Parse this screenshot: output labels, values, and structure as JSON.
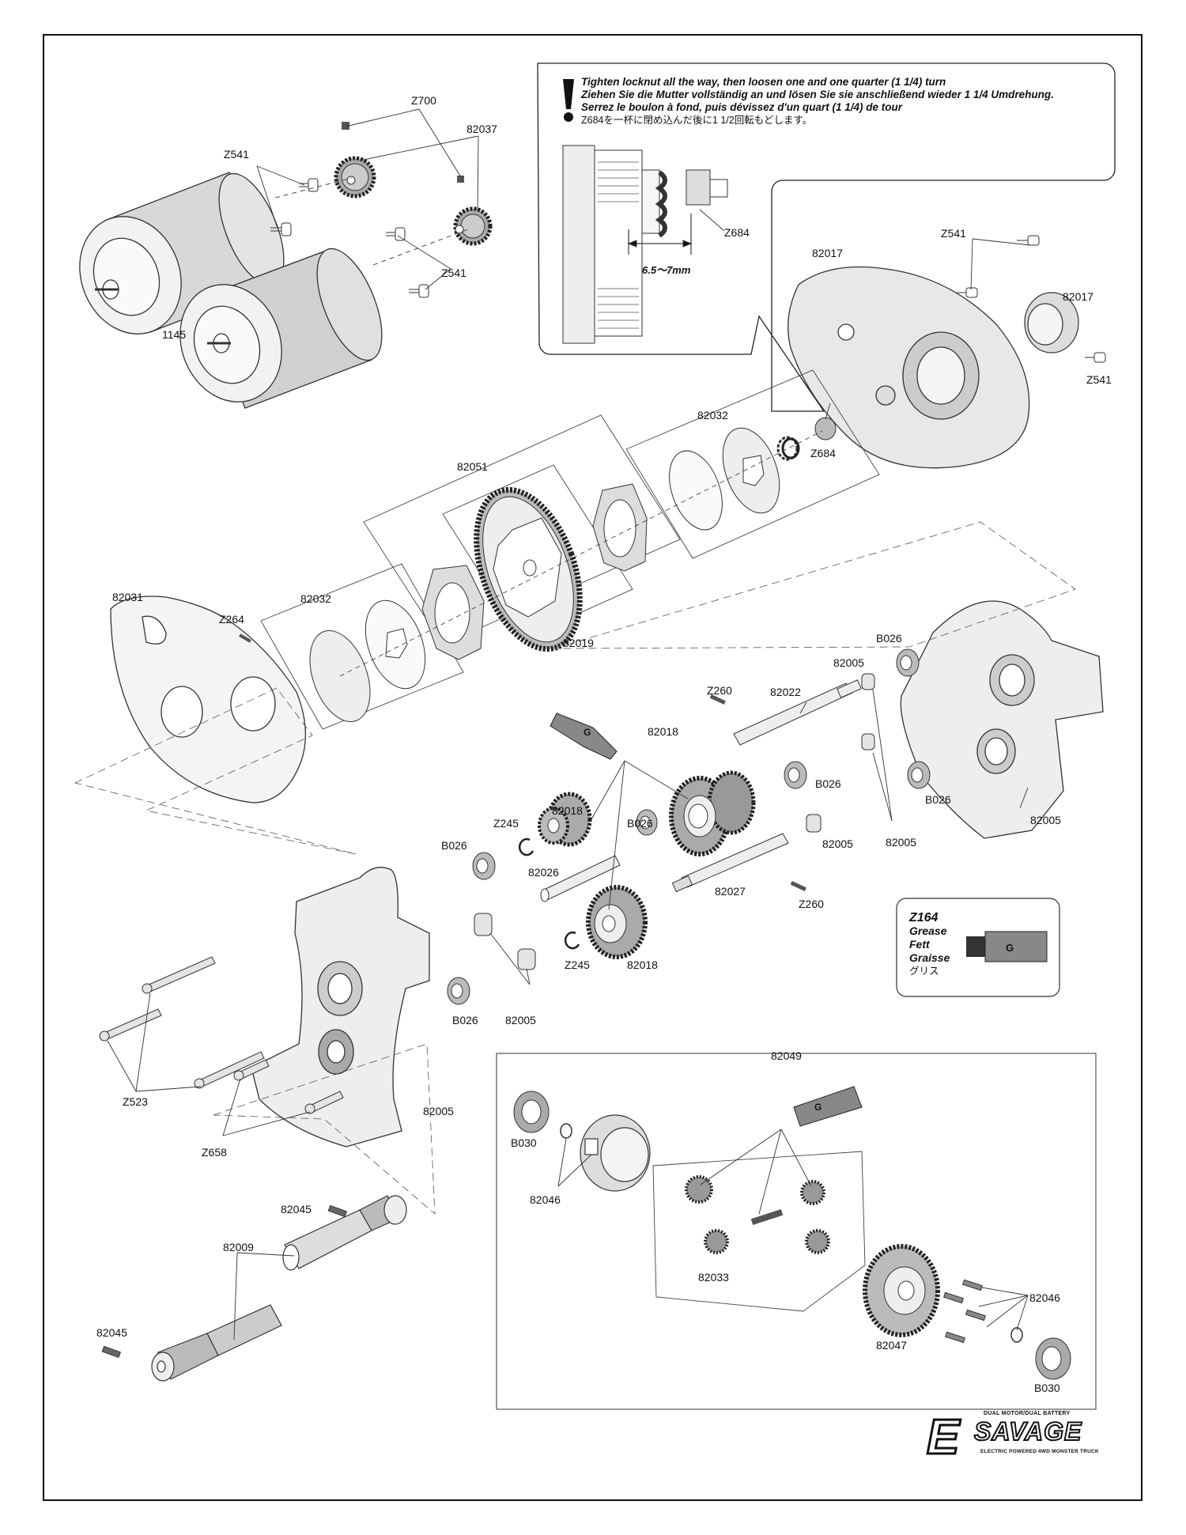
{
  "note": {
    "line_en": "Tighten locknut all the way, then loosen one and one quarter (1 1/4) turn",
    "line_de": "Ziehen Sie die Mutter vollständig an und lösen Sie sie anschließend wieder 1 1/4 Umdrehung.",
    "line_fr": "Serrez le boulon à fond, puis dévissez d'un quart (1 1/4) de tour",
    "line_jp": "Z684を一杯に閉め込んだ後に1 1/2回転もどします。",
    "dimension": "6.5～7mm",
    "dimension_part": "Z684"
  },
  "legend": {
    "code": "Z164",
    "en": "Grease",
    "de": "Fett",
    "fr": "Graisse",
    "jp": "グリス",
    "tube_mark": "G"
  },
  "grease_mark": "G",
  "parts": {
    "z700": "Z700",
    "p82037": "82037",
    "z541": "Z541",
    "p1145": "1145",
    "p82017": "82017",
    "z684": "Z684",
    "p82032": "82032",
    "p82051": "82051",
    "p82031": "82031",
    "z264": "Z264",
    "p82019": "82019",
    "b026": "B026",
    "p82005": "82005",
    "z260": "Z260",
    "p82022": "82022",
    "p82018": "82018",
    "z245": "Z245",
    "p82026": "82026",
    "p82027": "82027",
    "z523": "Z523",
    "z658": "Z658",
    "p82049": "82049",
    "b030": "B030",
    "p82046": "82046",
    "p82033": "82033",
    "p82047": "82047",
    "p82045": "82045",
    "p82009": "82009"
  },
  "logo": {
    "letter": "E",
    "name": "SAVAGE",
    "top": "DUAL MOTOR/DUAL BATTERY",
    "bottom": "ELECTRIC POWERED 4WD MONSTER TRUCK"
  }
}
